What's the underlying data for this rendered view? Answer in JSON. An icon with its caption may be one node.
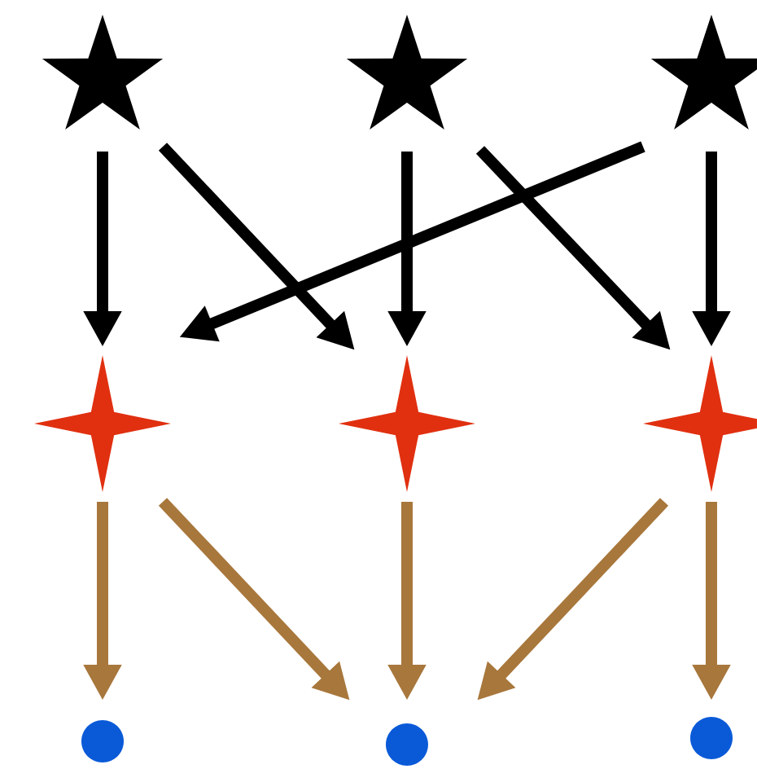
{
  "diagram": {
    "nodes": [
      {
        "text": [],
        "shape": "star"
      },
      {
        "text": [],
        "shape": "star"
      },
      {
        "text": [],
        "shape": "star"
      },
      {
        "text": [],
        "shape": "sparkle"
      },
      {
        "text": [],
        "shape": "sparkle"
      },
      {
        "text": [],
        "shape": "sparkle"
      },
      {
        "text": [],
        "shape": "circle"
      },
      {
        "text": [],
        "shape": "circle"
      },
      {
        "text": [],
        "shape": "circle"
      }
    ],
    "edges": [
      {
        "from": 0,
        "to": 3,
        "arrow": "to"
      },
      {
        "from": 0,
        "to": 4,
        "arrow": "to"
      },
      {
        "from": 1,
        "to": 4,
        "arrow": "to"
      },
      {
        "from": 1,
        "to": 5,
        "arrow": "to"
      },
      {
        "from": 2,
        "to": 3,
        "arrow": "to"
      },
      {
        "from": 2,
        "to": 5,
        "arrow": "to"
      },
      {
        "from": 3,
        "to": 6,
        "arrow": "to",
        "color": "#a8773c"
      },
      {
        "from": 3,
        "to": 7,
        "arrow": "to",
        "color": "#a8773c"
      },
      {
        "from": 4,
        "to": 7,
        "arrow": "to",
        "color": "#a8773c"
      },
      {
        "from": 5,
        "to": 7,
        "arrow": "to",
        "color": "#a8773c"
      },
      {
        "from": 5,
        "to": 8,
        "arrow": "to",
        "color": "#a8773c"
      }
    ]
  }
}
